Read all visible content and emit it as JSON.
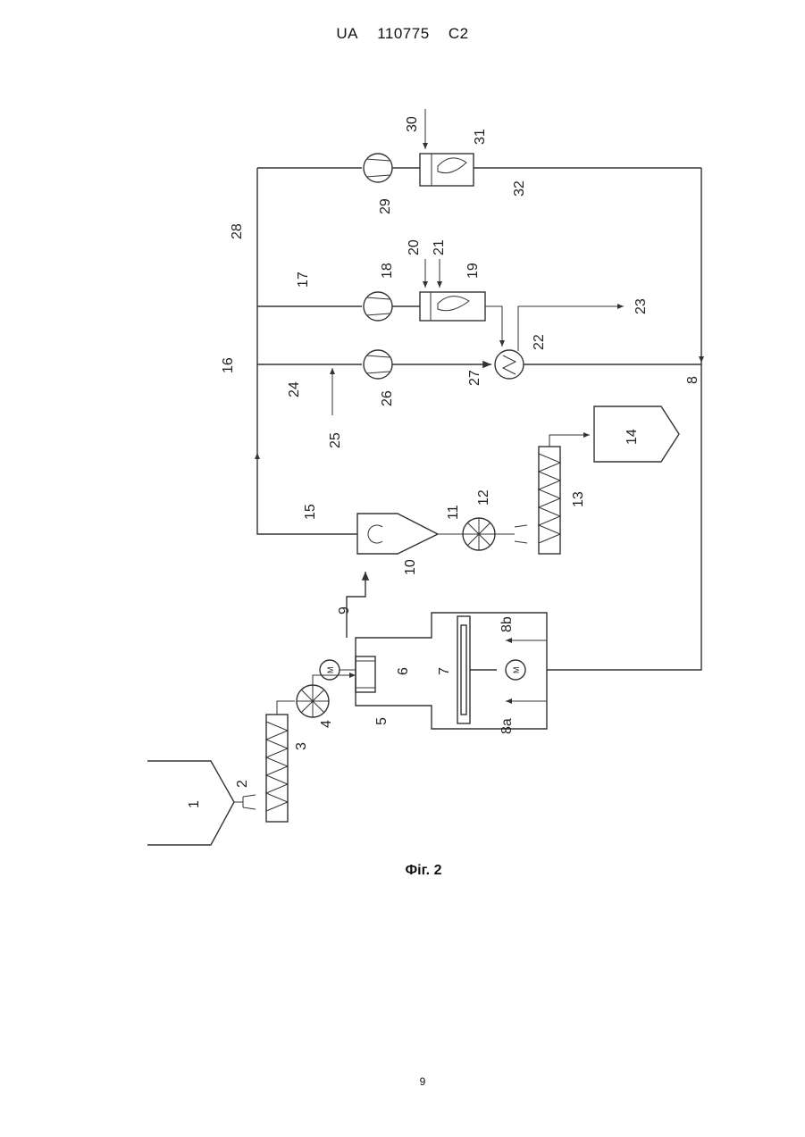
{
  "header": {
    "country": "UA",
    "number": "110775",
    "kind": "C2"
  },
  "figure": {
    "caption": "Фіг. 2",
    "labels": [
      "1",
      "2",
      "3",
      "4",
      "5",
      "6",
      "7",
      "8",
      "8a",
      "8b",
      "9",
      "10",
      "11",
      "12",
      "13",
      "14",
      "15",
      "16",
      "17",
      "18",
      "19",
      "20",
      "21",
      "22",
      "23",
      "24",
      "25",
      "26",
      "27",
      "28",
      "29",
      "30",
      "31",
      "32"
    ],
    "motor_symbol": "M"
  },
  "page_number": "9"
}
